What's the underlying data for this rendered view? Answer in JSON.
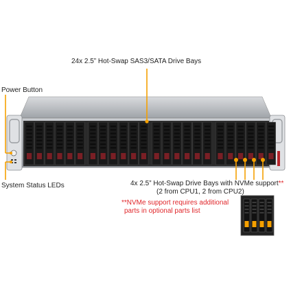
{
  "labels": {
    "top_bays": "24x 2.5” Hot-Swap SAS3/SATA Drive Bays",
    "power_button": "Power Button",
    "status_leds": "System Status LEDs",
    "nvme_line1": "4x 2.5” Hot-Swap Drive Bays with NVMe support",
    "nvme_stars": "**",
    "nvme_line2": "(2 from CPU1, 2 from CPU2)"
  },
  "note": {
    "line1": "**NVMe support requires additional",
    "line2": "parts in optional parts list"
  },
  "colors": {
    "callout": "#f5a000",
    "note": "#e0262a",
    "chassis": "#b9bcc0",
    "bay": "#1a1a1a",
    "bay_release": "#7a1f25"
  }
}
